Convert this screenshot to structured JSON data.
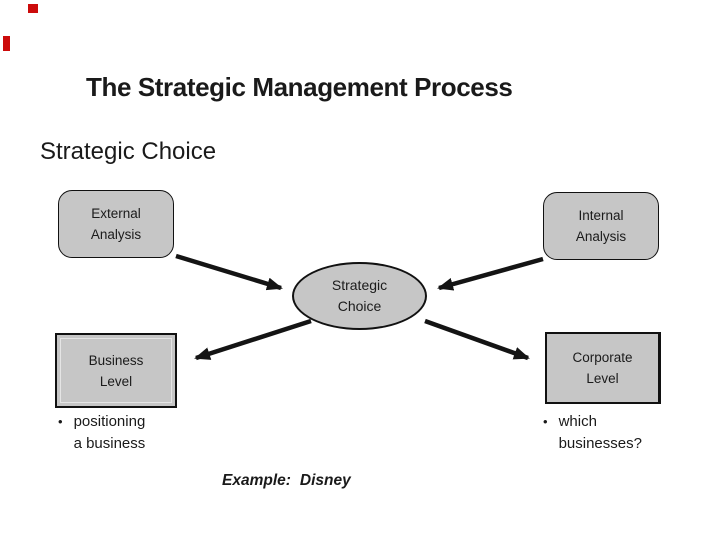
{
  "colors": {
    "background": "#ffffff",
    "text": "#1a1a1a",
    "node_fill": "#c6c6c6",
    "node_border": "#111111",
    "arrow": "#141414",
    "accent_red": "#cc0b0b"
  },
  "slide": {
    "title": "The Strategic Management Process",
    "subtitle": "Strategic Choice"
  },
  "diagram": {
    "nodes": {
      "external": {
        "line1": "External",
        "line2": "Analysis"
      },
      "internal": {
        "line1": "Internal",
        "line2": "Analysis"
      },
      "center": {
        "line1": "Strategic",
        "line2": "Choice"
      },
      "business": {
        "line1": "Business",
        "line2": "Level"
      },
      "corporate": {
        "line1": "Corporate",
        "line2": "Level"
      }
    }
  },
  "bullets": {
    "left": {
      "marker": "•",
      "line1": "positioning",
      "line2": "a business"
    },
    "right": {
      "marker": "•",
      "line1": "which",
      "line2": "businesses?"
    }
  },
  "footer": {
    "example_label": "Example:",
    "example_value": "Disney"
  }
}
